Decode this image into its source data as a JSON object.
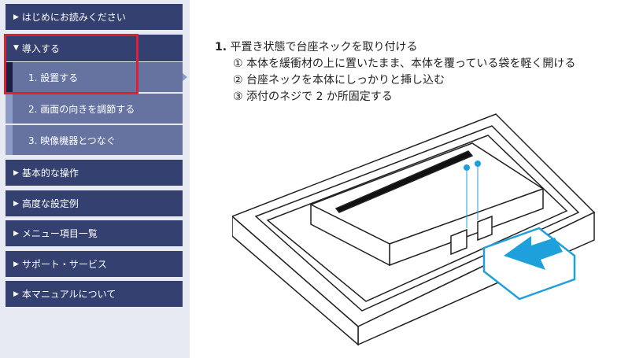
{
  "sidebar": {
    "items": [
      {
        "label": "はじめにお読みください",
        "arrow": "▶"
      },
      {
        "label": "導入する",
        "arrow": "▼"
      },
      {
        "label": "基本的な操作",
        "arrow": "▶"
      },
      {
        "label": "高度な設定例",
        "arrow": "▶"
      },
      {
        "label": "メニュー項目一覧",
        "arrow": "▶"
      },
      {
        "label": "サポート・サービス",
        "arrow": "▶"
      },
      {
        "label": "本マニュアルについて",
        "arrow": "▶"
      }
    ],
    "subitems": [
      {
        "label": "1. 設置する"
      },
      {
        "label": "2. 画面の向きを調節する"
      },
      {
        "label": "3. 映像機器とつなぐ"
      }
    ]
  },
  "content": {
    "number": "1.",
    "title": "平置き状態で台座ネックを取り付ける",
    "steps": [
      "① 本体を緩衝材の上に置いたまま、本体を覆っている袋を軽く開ける",
      "② 台座ネックを本体にしっかりと挿し込む",
      "③ 添付のネジで 2 か所固定する"
    ]
  },
  "colors": {
    "nav": "#334070",
    "sub": "#6673a0",
    "highlight": "#e3202a",
    "accent": "#1ea0dc"
  }
}
